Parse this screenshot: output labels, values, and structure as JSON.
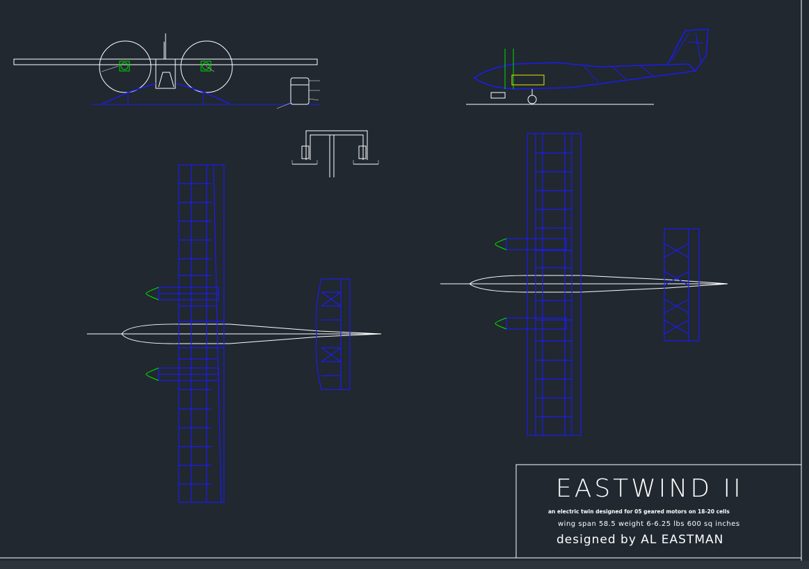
{
  "drawing": {
    "background": "#212830",
    "line_color": "#ffffff",
    "structure_color": "#1c1cf0",
    "motor_color": "#00e000",
    "battery_color": "#e8e800"
  },
  "title_block": {
    "title": "EASTWIND II",
    "subtitle": "an electric twin designed for 05 geared motors on 18-20 cells",
    "specs": "wing span 58.5 weight 6-6.25 lbs 600 sq inches",
    "designer": "designed by AL EASTMAN"
  }
}
